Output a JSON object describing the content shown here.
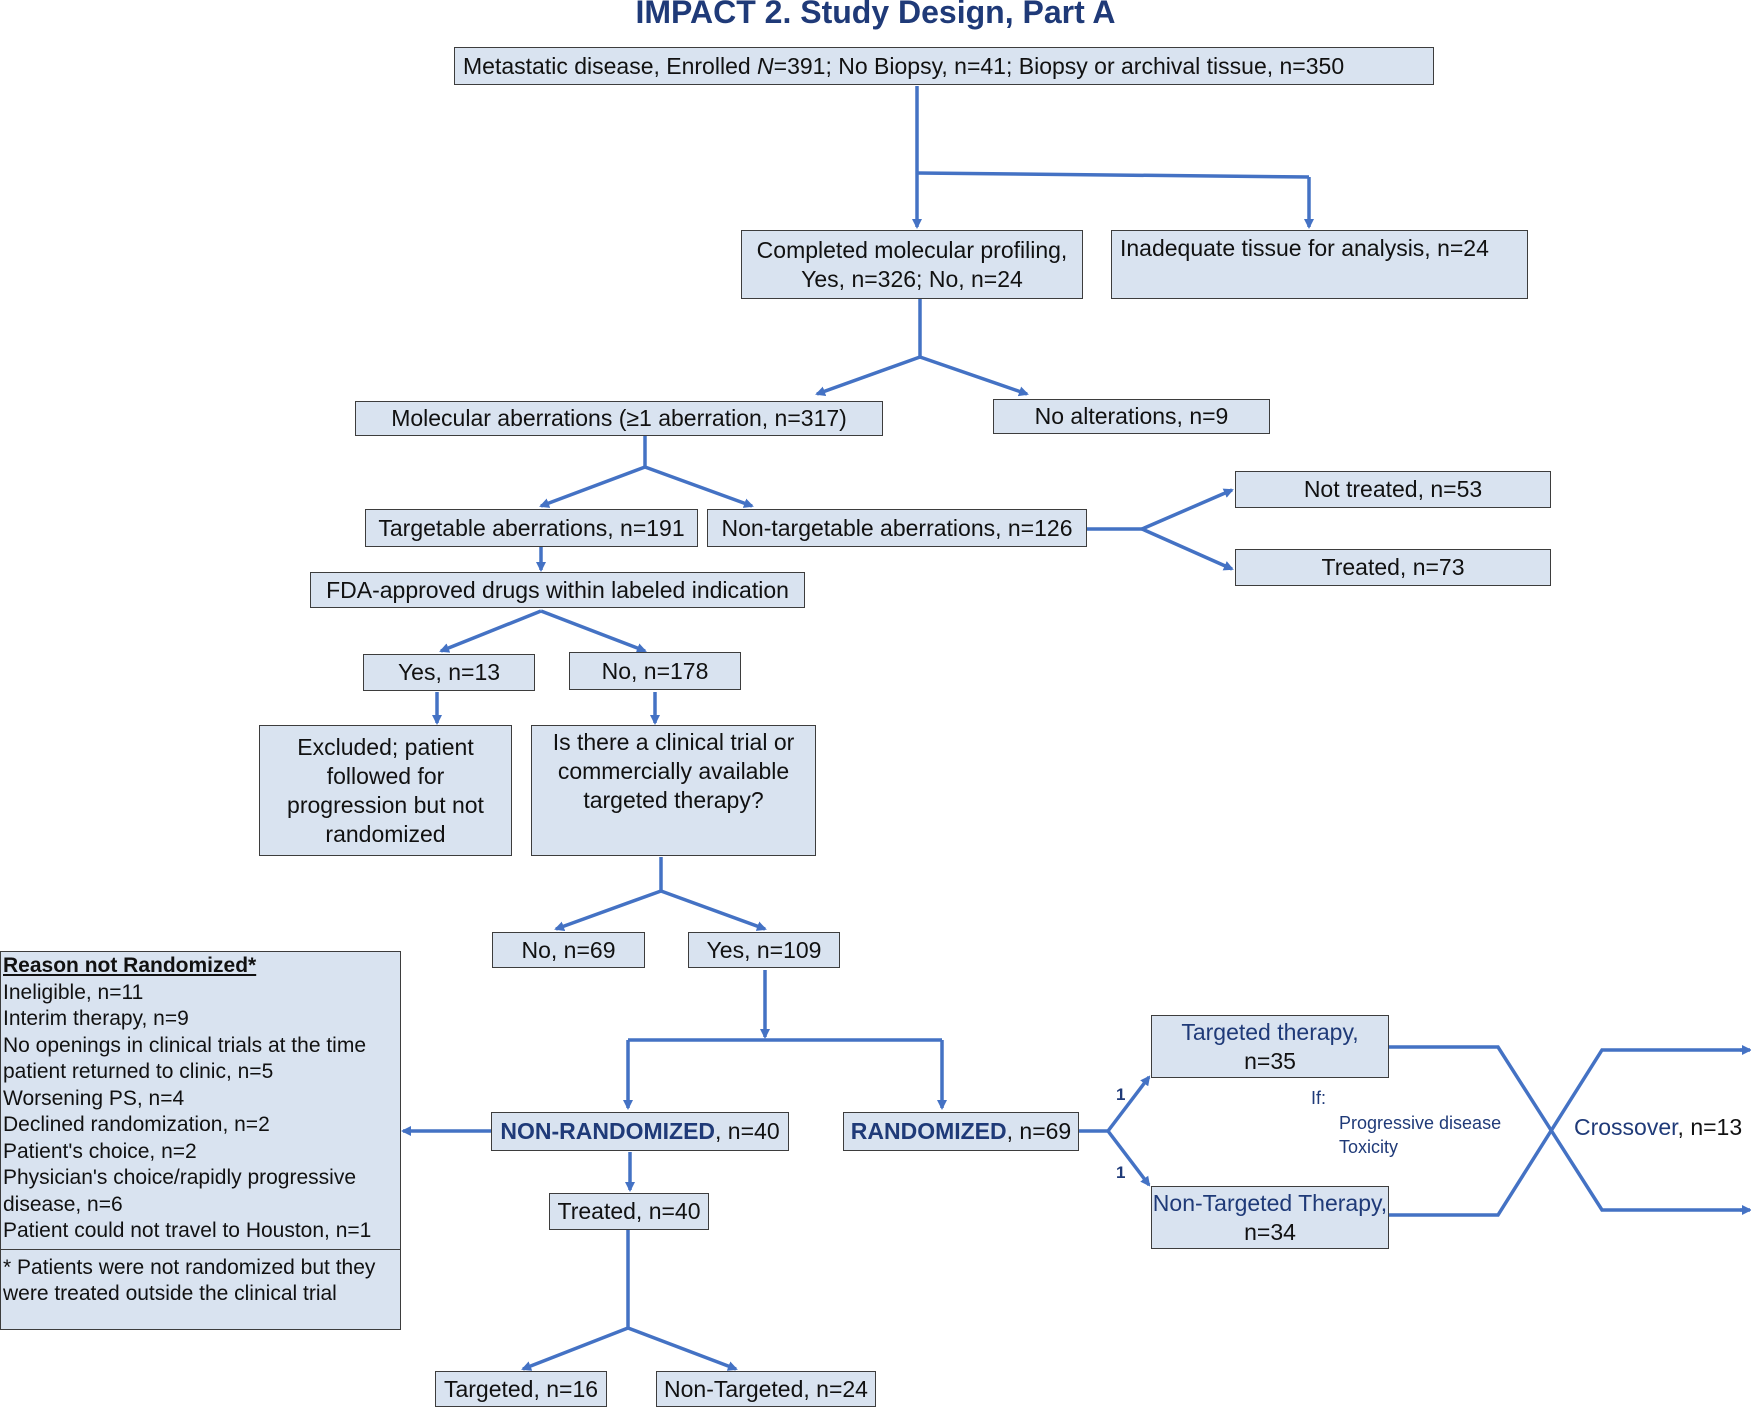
{
  "title": "IMPACT 2. Study Design, Part A",
  "boxes": {
    "enrolled": {
      "pre": "Metastatic disease, Enrolled ",
      "italic": "N",
      "post": "=391; No Biopsy, n=41; Biopsy or archival tissue, n=350"
    },
    "profiling": {
      "line1": "Completed molecular profiling,",
      "line2": "Yes, n=326; No, n=24"
    },
    "inadequate": "Inadequate tissue for analysis, n=24",
    "aberrations": "Molecular aberrations (≥1 aberration, n=317)",
    "no_alterations": "No alterations, n=9",
    "targetable": "Targetable aberrations, n=191",
    "non_targetable": "Non-targetable aberrations, n=126",
    "not_treated": "Not treated, n=53",
    "treated_73": "Treated, n=73",
    "fda": "FDA-approved drugs within labeled indication",
    "yes_13": "Yes, n=13",
    "no_178": "No, n=178",
    "excluded": "Excluded; patient followed for progression but not randomized",
    "trial_question": "Is there a clinical trial or commercially available targeted therapy?",
    "no_69": "No, n=69",
    "yes_109": "Yes, n=109",
    "non_randomized": {
      "bold": "NON-RANDOMIZED",
      "rest": ", n=40"
    },
    "randomized": {
      "bold": "RANDOMIZED",
      "rest": ", n=69"
    },
    "treated_40": "Treated, n=40",
    "targeted_16": "Targeted, n=16",
    "non_targeted_24": "Non-Targeted, n=24",
    "targeted_therapy": {
      "line1": "Targeted therapy,",
      "line2": "n=35"
    },
    "non_targeted_therapy": {
      "line1": "Non-Targeted Therapy,",
      "line2": "n=34"
    }
  },
  "reason_box": {
    "heading": "Reason not Randomized*",
    "items": [
      "Ineligible, n=11",
      "Interim therapy, n=9",
      "No openings in clinical trials at the time patient returned to clinic, n=5",
      "Worsening PS, n=4",
      "Declined randomization, n=2",
      "Patient's choice, n=2",
      "Physician's choice/rapidly progressive disease, n=6",
      "Patient could not travel to Houston, n=1"
    ],
    "footnote": "* Patients were not randomized but they were treated outside the clinical trial"
  },
  "crossover": {
    "if_label": "If:",
    "conditions": [
      "Progressive disease",
      "Toxicity"
    ],
    "label": "Crossover",
    "count": ", n=13",
    "ratio_top": "1",
    "ratio_bottom": "1"
  },
  "colors": {
    "box_fill": "#d9e3f0",
    "arrow": "#4472c4",
    "title": "#1f3a78",
    "border": "#3d3d3d"
  }
}
